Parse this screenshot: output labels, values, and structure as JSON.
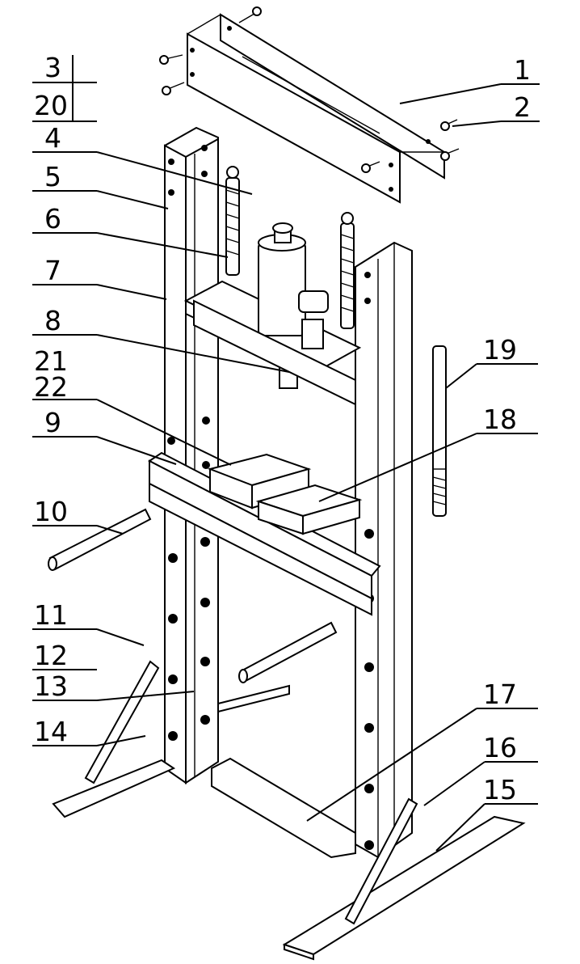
{
  "diagram": {
    "callouts": [
      {
        "id": "1",
        "label": "1"
      },
      {
        "id": "2",
        "label": "2"
      },
      {
        "id": "3",
        "label": "3"
      },
      {
        "id": "20",
        "label": "20"
      },
      {
        "id": "4",
        "label": "4"
      },
      {
        "id": "5",
        "label": "5"
      },
      {
        "id": "6",
        "label": "6"
      },
      {
        "id": "7",
        "label": "7"
      },
      {
        "id": "8",
        "label": "8"
      },
      {
        "id": "21",
        "label": "21"
      },
      {
        "id": "22",
        "label": "22"
      },
      {
        "id": "9",
        "label": "9"
      },
      {
        "id": "10",
        "label": "10"
      },
      {
        "id": "11",
        "label": "11"
      },
      {
        "id": "12",
        "label": "12"
      },
      {
        "id": "13",
        "label": "13"
      },
      {
        "id": "14",
        "label": "14"
      },
      {
        "id": "15",
        "label": "15"
      },
      {
        "id": "16",
        "label": "16"
      },
      {
        "id": "17",
        "label": "17"
      },
      {
        "id": "18",
        "label": "18"
      },
      {
        "id": "19",
        "label": "19"
      }
    ]
  }
}
